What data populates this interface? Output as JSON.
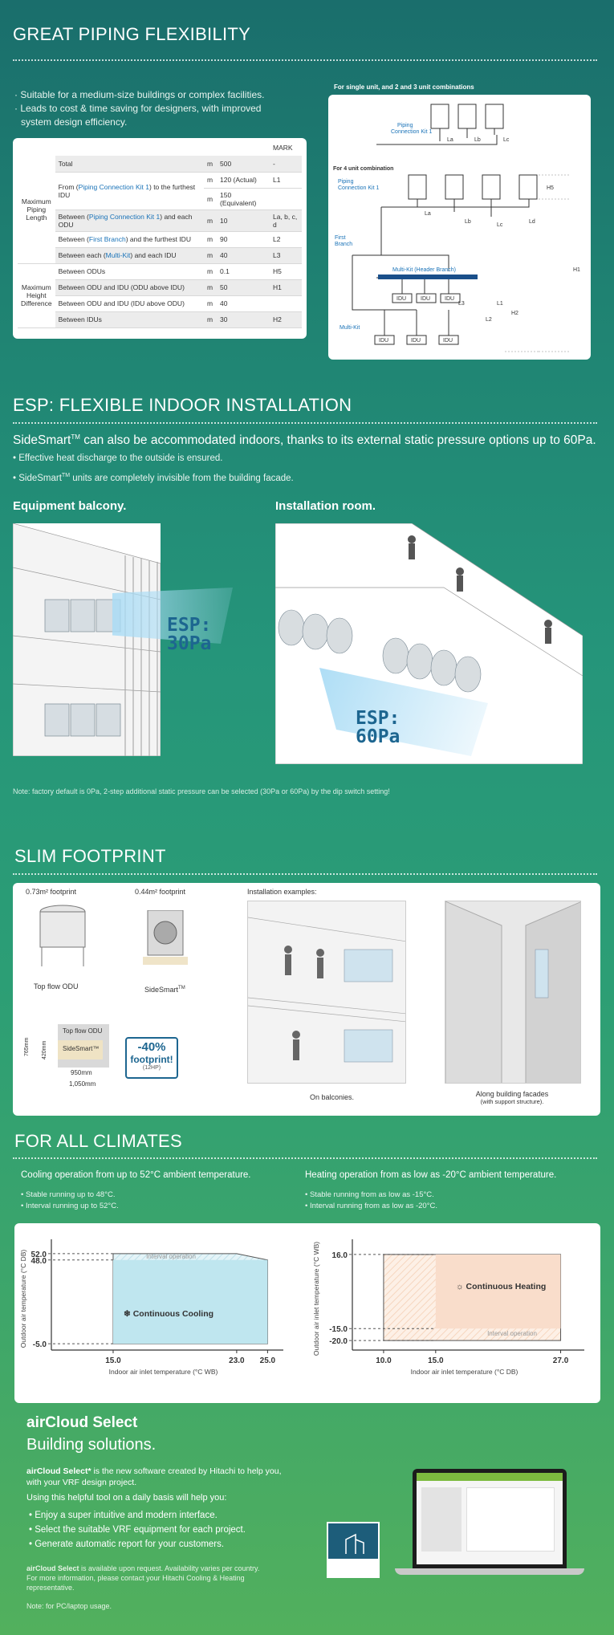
{
  "piping": {
    "title": "GREAT PIPING FLEXIBILITY",
    "bullets": [
      "· Suitable for a medium-size buildings or complex facilities.",
      "· Leads to cost & time saving for designers, with improved",
      "system design efficiency."
    ],
    "table": {
      "mark_header": "MARK",
      "group1": [
        "Maximum",
        "Piping",
        "Length"
      ],
      "group2": [
        "Maximum",
        "Height",
        "Difference"
      ],
      "rows": [
        {
          "pre": "Total",
          "hl": "",
          "post": "",
          "unit": "m",
          "value": "500",
          "mark": "-"
        },
        {
          "pre": "From (",
          "hl": "Piping Connection Kit 1",
          "post": ") to the furthest IDU",
          "unit": "m",
          "value": "120 (Actual)",
          "mark": "L1"
        },
        {
          "pre": "",
          "hl": "",
          "post": "",
          "unit": "m",
          "value": "150 (Equivalent)",
          "mark": ""
        },
        {
          "pre": "Between (",
          "hl": "Piping Connection Kit 1",
          "post": ") and each ODU",
          "unit": "m",
          "value": "10",
          "mark": "La, b, c, d"
        },
        {
          "pre": "Between (",
          "hl": "First Branch",
          "post": ") and the furthest IDU",
          "unit": "m",
          "value": "90",
          "mark": "L2"
        },
        {
          "pre": "Between each (",
          "hl": "Multi-Kit",
          "post": ") and each IDU",
          "unit": "m",
          "value": "40",
          "mark": "L3"
        },
        {
          "pre": "Between ODUs",
          "hl": "",
          "post": "",
          "unit": "m",
          "value": "0.1",
          "mark": "H5"
        },
        {
          "pre": "Between ODU and IDU (ODU above IDU)",
          "hl": "",
          "post": "",
          "unit": "m",
          "value": "50",
          "mark": "H1"
        },
        {
          "pre": "Between ODU and IDU (IDU above ODU)",
          "hl": "",
          "post": "",
          "unit": "m",
          "value": "40",
          "mark": ""
        },
        {
          "pre": "Between IDUs",
          "hl": "",
          "post": "",
          "unit": "m",
          "value": "30",
          "mark": "H2"
        }
      ]
    },
    "diagram": {
      "header1": "For single unit, and 2 and 3 unit combinations",
      "header2": "For 4 unit combination",
      "pck1": "Piping",
      "pck2": "Connection Kit 1",
      "first1": "First",
      "first2": "Branch",
      "multikit": "Multi-Kit",
      "multikit_header": "Multi-Kit (Header Branch)",
      "idu": "IDU",
      "marks": [
        "La",
        "Lb",
        "Lc",
        "Ld",
        "H5",
        "H1",
        "H2",
        "L1",
        "L2",
        "L3"
      ]
    }
  },
  "esp": {
    "title": "ESP: FLEXIBLE INDOOR INSTALLATION",
    "lead_pre": "SideSmart",
    "lead_tm": "TM",
    "lead_post": " can also be accommodated indoors, thanks to its external static pressure options up to 60Pa.",
    "b1": "• Effective heat discharge to the outside is ensured.",
    "b2_pre": "• SideSmart",
    "b2_tm": "TM",
    "b2_post": " units are completely invisible from the building facade.",
    "left_title": "Equipment balcony.",
    "right_title": "Installation room.",
    "esp30_a": "ESP:",
    "esp30_b": "30Pa",
    "esp60_a": "ESP:",
    "esp60_b": "60Pa",
    "note": "Note: factory default is 0Pa, 2-step additional static pressure can be selected (30Pa or 60Pa) by the dip switch setting!"
  },
  "slim": {
    "title": "SLIM FOOTPRINT",
    "fp1": "0.73m² footprint",
    "fp2": "0.44m² footprint",
    "install": "Installation examples:",
    "topflow": "Top flow ODU",
    "sidesmart_pre": "SideSmart",
    "sidesmart_tm": "TM",
    "box_top": "Top flow ODU",
    "box_side": "SideSmart™",
    "h765": "765mm",
    "h420": "420mm",
    "w950": "950mm",
    "w1050": "1,050mm",
    "pct": "-40%",
    "pct_word": "footprint!",
    "pct_sub": "(12HP)",
    "balconies": "On balconies.",
    "facades": "Along building facades",
    "facades_sub": "(with support structure)."
  },
  "climates": {
    "title": "FOR ALL CLIMATES",
    "cool_head": "Cooling operation from up to 52°C ambient temperature.",
    "cool_b1": "• Stable running up to 48°C.",
    "cool_b2": "• Interval running up to 52°C.",
    "heat_head": "Heating operation from as low as -20°C ambient temperature.",
    "heat_b1": "• Stable running from as low as -15°C.",
    "heat_b2": "• Interval running from as low as -20°C.",
    "cool_chart": {
      "ylabel": "Outdoor air temperature (°C DB)",
      "xlabel": "Indoor air inlet temperature (°C WB)",
      "interval": "Interval operation",
      "continuous": "Continuous Cooling",
      "color": "#bfe6ef"
    },
    "heat_chart": {
      "ylabel": "Outdoor air inlet temperature (°C WB)",
      "xlabel": "Indoor air inlet temperature (°C DB)",
      "interval": "Interval operation",
      "continuous": "Continuous Heating",
      "color": "#f9ddcb"
    }
  },
  "chart_data": [
    {
      "type": "area",
      "name": "cooling",
      "x_ticks": [
        15.0,
        23.0,
        25.0
      ],
      "y_ticks": [
        52.0,
        48.0,
        -5.0
      ],
      "xlabel": "Indoor air inlet temperature (°C WB)",
      "ylabel": "Outdoor air temperature (°C DB)",
      "continuous_region": {
        "x": [
          15.0,
          25.0
        ],
        "y": [
          -5.0,
          48.0
        ]
      },
      "interval_region": {
        "x": [
          15.0,
          25.0
        ],
        "y": [
          48.0,
          52.0
        ],
        "corner": [
          23.0,
          52.0
        ]
      },
      "labels": [
        "Continuous Cooling",
        "Interval operation"
      ]
    },
    {
      "type": "area",
      "name": "heating",
      "x_ticks": [
        10.0,
        15.0,
        27.0
      ],
      "y_ticks": [
        16.0,
        -15.0,
        -20.0
      ],
      "xlabel": "Indoor air inlet temperature (°C DB)",
      "ylabel": "Outdoor air inlet temperature (°C WB)",
      "continuous_region": {
        "x": [
          15.0,
          27.0
        ],
        "y": [
          -15.0,
          16.0
        ]
      },
      "interval_region": {
        "x": [
          10.0,
          27.0
        ],
        "y": [
          -20.0,
          16.0
        ]
      },
      "labels": [
        "Continuous Heating",
        "Interval operation"
      ]
    }
  ],
  "aircloud": {
    "brand_a": "air",
    "brand_b": "Cloud Select",
    "subtitle": "Building solutions.",
    "p1_brand": "airCloud Select*",
    "p1_rest": " is the new software created by Hitachi to help you,",
    "p1_line2": "with your VRF design project.",
    "p2": "Using this helpful tool on a daily basis will help you:",
    "items": [
      "• Enjoy a super intuitive and modern interface.",
      "• Select the suitable VRF equipment for each project.",
      "• Generate automatic report for your customers."
    ],
    "avail_brand": "airCloud Select",
    "avail_rest": " is available upon request. Availability varies per country.",
    "avail_l2": "For more information, please contact your Hitachi Cooling & Heating",
    "avail_l3": "representative.",
    "note": "Note: for PC/laptop usage."
  }
}
